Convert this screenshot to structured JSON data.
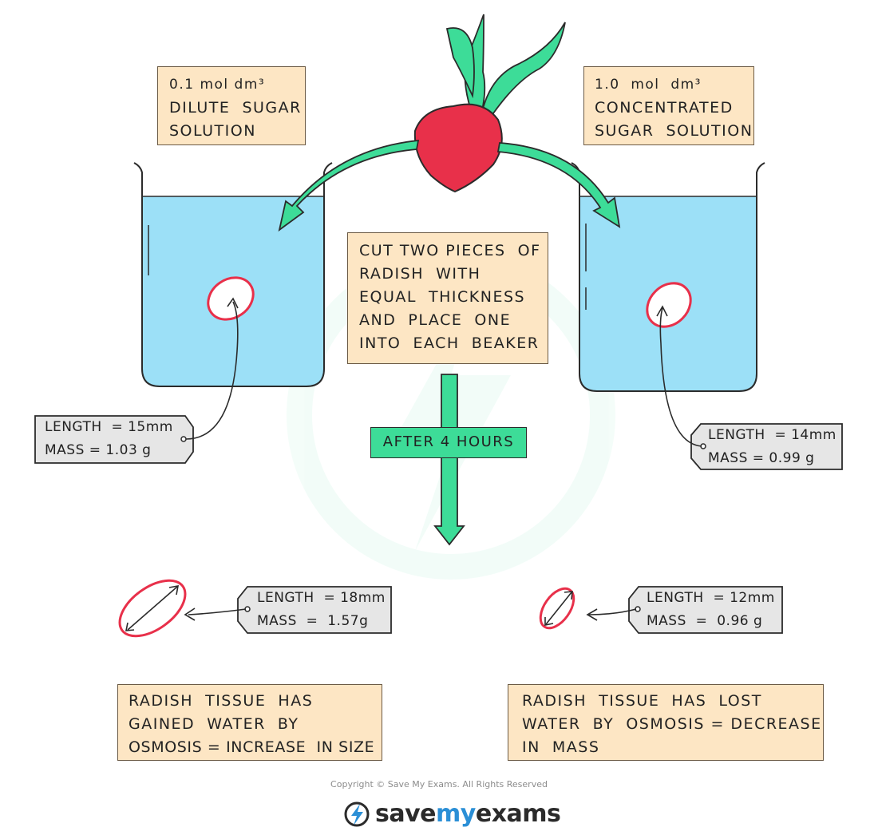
{
  "labels": {
    "dilute": [
      "0.1 mol dm³",
      "DILUTE  SUGAR",
      "SOLUTION"
    ],
    "concentrated": [
      "1.0  mol  dm³",
      "CONCENTRATED",
      "SUGAR  SOLUTION"
    ],
    "instruction": [
      "CUT TWO PIECES  OF",
      "RADISH  WITH",
      "EQUAL  THICKNESS",
      "AND  PLACE  ONE",
      "INTO  EACH  BEAKER"
    ],
    "after": "AFTER  4  HOURS",
    "left_before": [
      "LENGTH  = 15mm",
      "MASS = 1.03 g"
    ],
    "right_before": [
      "LENGTH  = 14mm",
      "MASS = 0.99 g"
    ],
    "left_after": [
      "LENGTH  = 18mm",
      "MASS  =  1.57g"
    ],
    "right_after": [
      "LENGTH  = 12mm",
      "MASS  =  0.96 g"
    ],
    "left_result": [
      "RADISH  TISSUE  HAS",
      "GAINED  WATER  BY",
      "OSMOSIS = INCREASE  IN SIZE"
    ],
    "right_result": [
      "RADISH  TISSUE  HAS  LOST",
      "WATER  BY  OSMOSIS = DECREASE",
      "IN  MASS"
    ]
  },
  "footer": {
    "copyright": "Copyright © Save My Exams. All Rights Reserved",
    "brand_prefix": "save",
    "brand_accent": "my",
    "brand_suffix": "exams"
  },
  "colors": {
    "water": "#9ce0f7",
    "label_box": "#fde6c4",
    "tag": "#e6e6e6",
    "arrow": "#3ddc98",
    "radish": "#e8304a",
    "leaf": "#3ddc98",
    "brand_accent": "#2b8fd6"
  }
}
